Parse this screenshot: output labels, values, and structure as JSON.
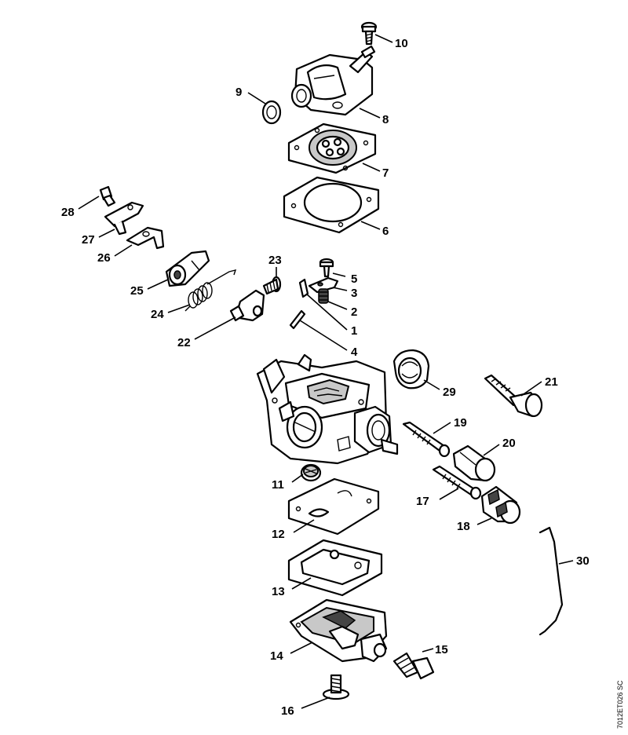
{
  "drawing_code": "7012ET026 SC",
  "callouts": [
    "1",
    "2",
    "3",
    "4",
    "5",
    "6",
    "7",
    "8",
    "9",
    "10",
    "11",
    "12",
    "13",
    "14",
    "15",
    "16",
    "17",
    "18",
    "19",
    "20",
    "21",
    "22",
    "23",
    "24",
    "25",
    "26",
    "27",
    "28",
    "29",
    "30"
  ]
}
